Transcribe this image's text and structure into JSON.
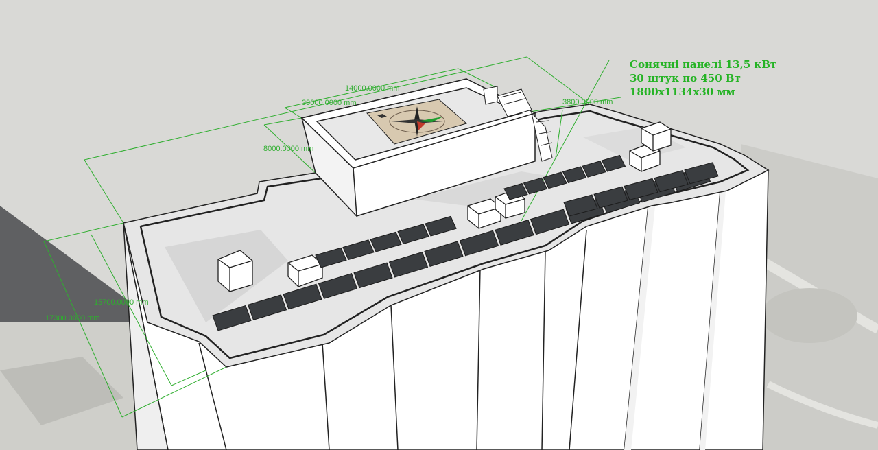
{
  "annotation": {
    "lines": [
      "Сонячні панелі 13,5 кВт",
      "30 штук по 450 Вт",
      "1800x1134x30 мм"
    ]
  },
  "dimensions": {
    "d14000": "14000.0000 mm",
    "d39000": "39000.0000 mm",
    "d8000": "8000.0000 mm",
    "d3800": "3800.0000 mm",
    "d15700": "15700.0000 mm",
    "d17300": "17300.0000 mm"
  },
  "colors": {
    "dimension_green": "#2fae2f",
    "panel": "#3a3d40",
    "wall": "#ffffff",
    "roof": "#e6e6e6",
    "ground": "#d9d9d6"
  },
  "panel_rows": [
    {
      "name": "front-long-row",
      "count": 14
    },
    {
      "name": "front-short-row",
      "count": 5
    },
    {
      "name": "back-row",
      "count": 6
    },
    {
      "name": "back-right-row",
      "count": 5
    }
  ],
  "icons": {
    "compass": "compass-rose-icon",
    "helicopter": "helicopter-icon"
  }
}
